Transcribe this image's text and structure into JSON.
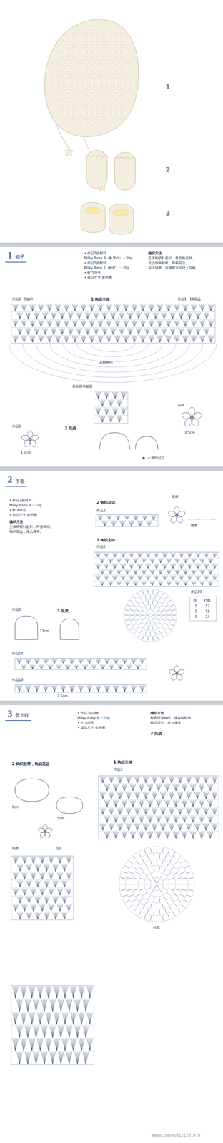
{
  "diagram": {
    "nodes": [
      {
        "text": [
          "1",
          "帽子"
        ]
      },
      {
        "text": [
          "2",
          "手套"
        ]
      },
      {
        "text": [
          "3",
          "婴儿鞋"
        ]
      }
    ],
    "labels": [
      "1",
      "2",
      "3",
      "• 作品1的材料",
      "Milky Baby 9（象牙白）···30g",
      "• 作品5的材料",
      "Milky Baby 1（粉红）···30g",
      "• 针 5/0号",
      "• 成品尺寸 参照图",
      "编织方法",
      "主体钩锁针起针，然后钩花样。",
      "在边缘钩短针，再钩花边。",
      "穿入绳带，在绳带末端缝上花样。",
      "作品1 · 5编织",
      "作品1 · 10花边",
      "花样钩织",
      "后头部与侧面",
      "花样",
      "3.5cm",
      "作品1",
      "3.5cm",
      "2 完成",
      "= 钩织起点",
      "• 作品2的材料",
      "Milky Baby 9 ···10g",
      "• 针 4/0号",
      "• 成品尺寸 参照图",
      "编织方法",
      "主体钩锁针起针，环形钩织。",
      "钩织花边，穿入绳带。",
      "2 钩织花边",
      "作品2",
      "花样",
      "绳带",
      "1 钩织主体",
      "作品2",
      "作品19",
      "段",
      "针数",
      "1",
      "2",
      "3",
      "12",
      "18",
      "24",
      "作品2",
      "3 完成",
      "11cm",
      "作品14",
      "作品19",
      "2.5cm",
      "• 作品3的材料",
      "Milky Baby 9 ···20g",
      "• 针 4/0号",
      "• 成品尺寸 参照图",
      "编织方法",
      "鞋底环形钩织，接着钩鞋帮。",
      "钩织花边，穿入绳带。",
      "2 钩织鞋帮，钩织花边",
      "1 钩织主体",
      "作品3",
      "9cm",
      "5cm",
      "绳带",
      "花样",
      "3 完成",
      "鞋底",
      "weibo.com/u/5111261976",
      "1 钩织主体"
    ]
  }
}
